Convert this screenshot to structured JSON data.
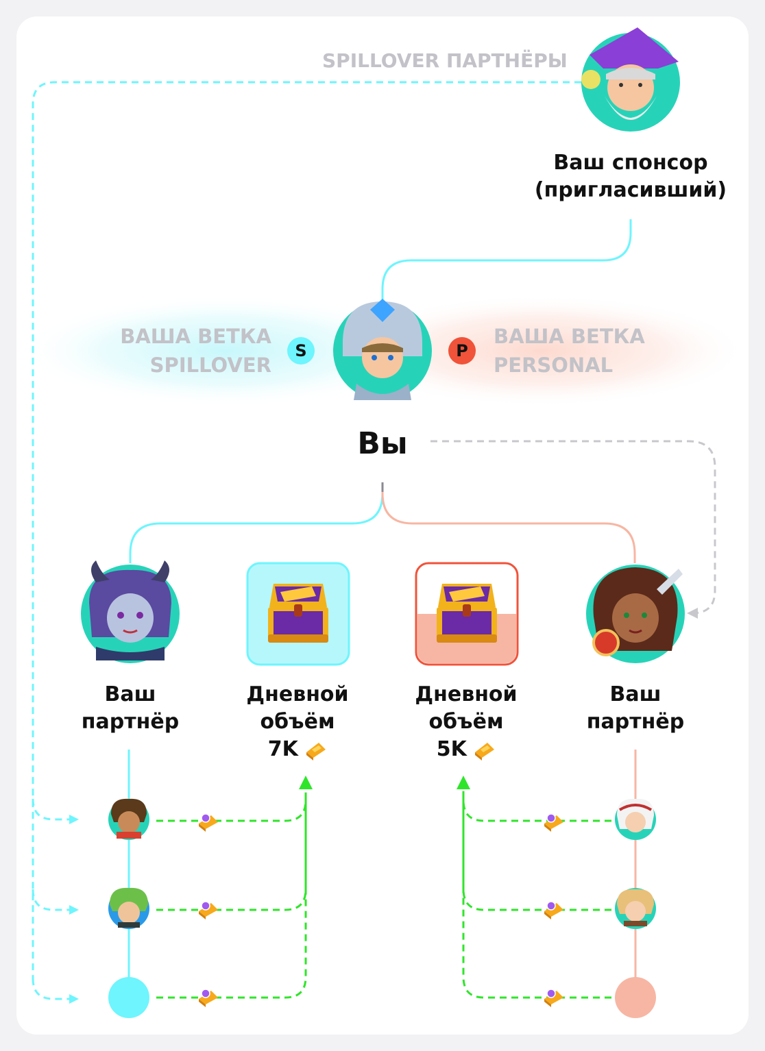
{
  "colors": {
    "spill": "#6ef5fd",
    "personal": "#f7b6a3",
    "accent_red": "#f0533a",
    "volume": "#2fe52a",
    "muted": "#c2c2c8",
    "dash_grey": "#c8c8cc"
  },
  "top": {
    "spillover_partners_label": "SPILLOVER ПАРТНЁРЫ",
    "sponsor_line1": "Ваш спонсор",
    "sponsor_line2": "(пригласивший)"
  },
  "center": {
    "left_branch_line1": "ВАША ВЕТКА",
    "left_branch_line2": "SPILLOVER",
    "left_badge": "S",
    "right_branch_line1": "ВАША ВЕТКА",
    "right_branch_line2": "PERSONAL",
    "right_badge": "P",
    "you_label": "Вы"
  },
  "left_partner": {
    "line1": "Ваш",
    "line2": "партнёр"
  },
  "right_partner": {
    "line1": "Ваш",
    "line2": "партнёр"
  },
  "left_volume": {
    "line1": "Дневной",
    "line2": "объём",
    "amount": "7K",
    "fill_level": 1.0
  },
  "right_volume": {
    "line1": "Дневной",
    "line2": "объём",
    "amount": "5K",
    "fill_level": 0.5
  },
  "icons": {
    "sponsor": "wizard-avatar-icon",
    "you": "knight-avatar-icon",
    "left_partner": "demon-girl-avatar-icon",
    "right_partner": "elf-warrior-avatar-icon",
    "chest": "treasure-chest-icon",
    "coin": "gold-coin-icon"
  }
}
